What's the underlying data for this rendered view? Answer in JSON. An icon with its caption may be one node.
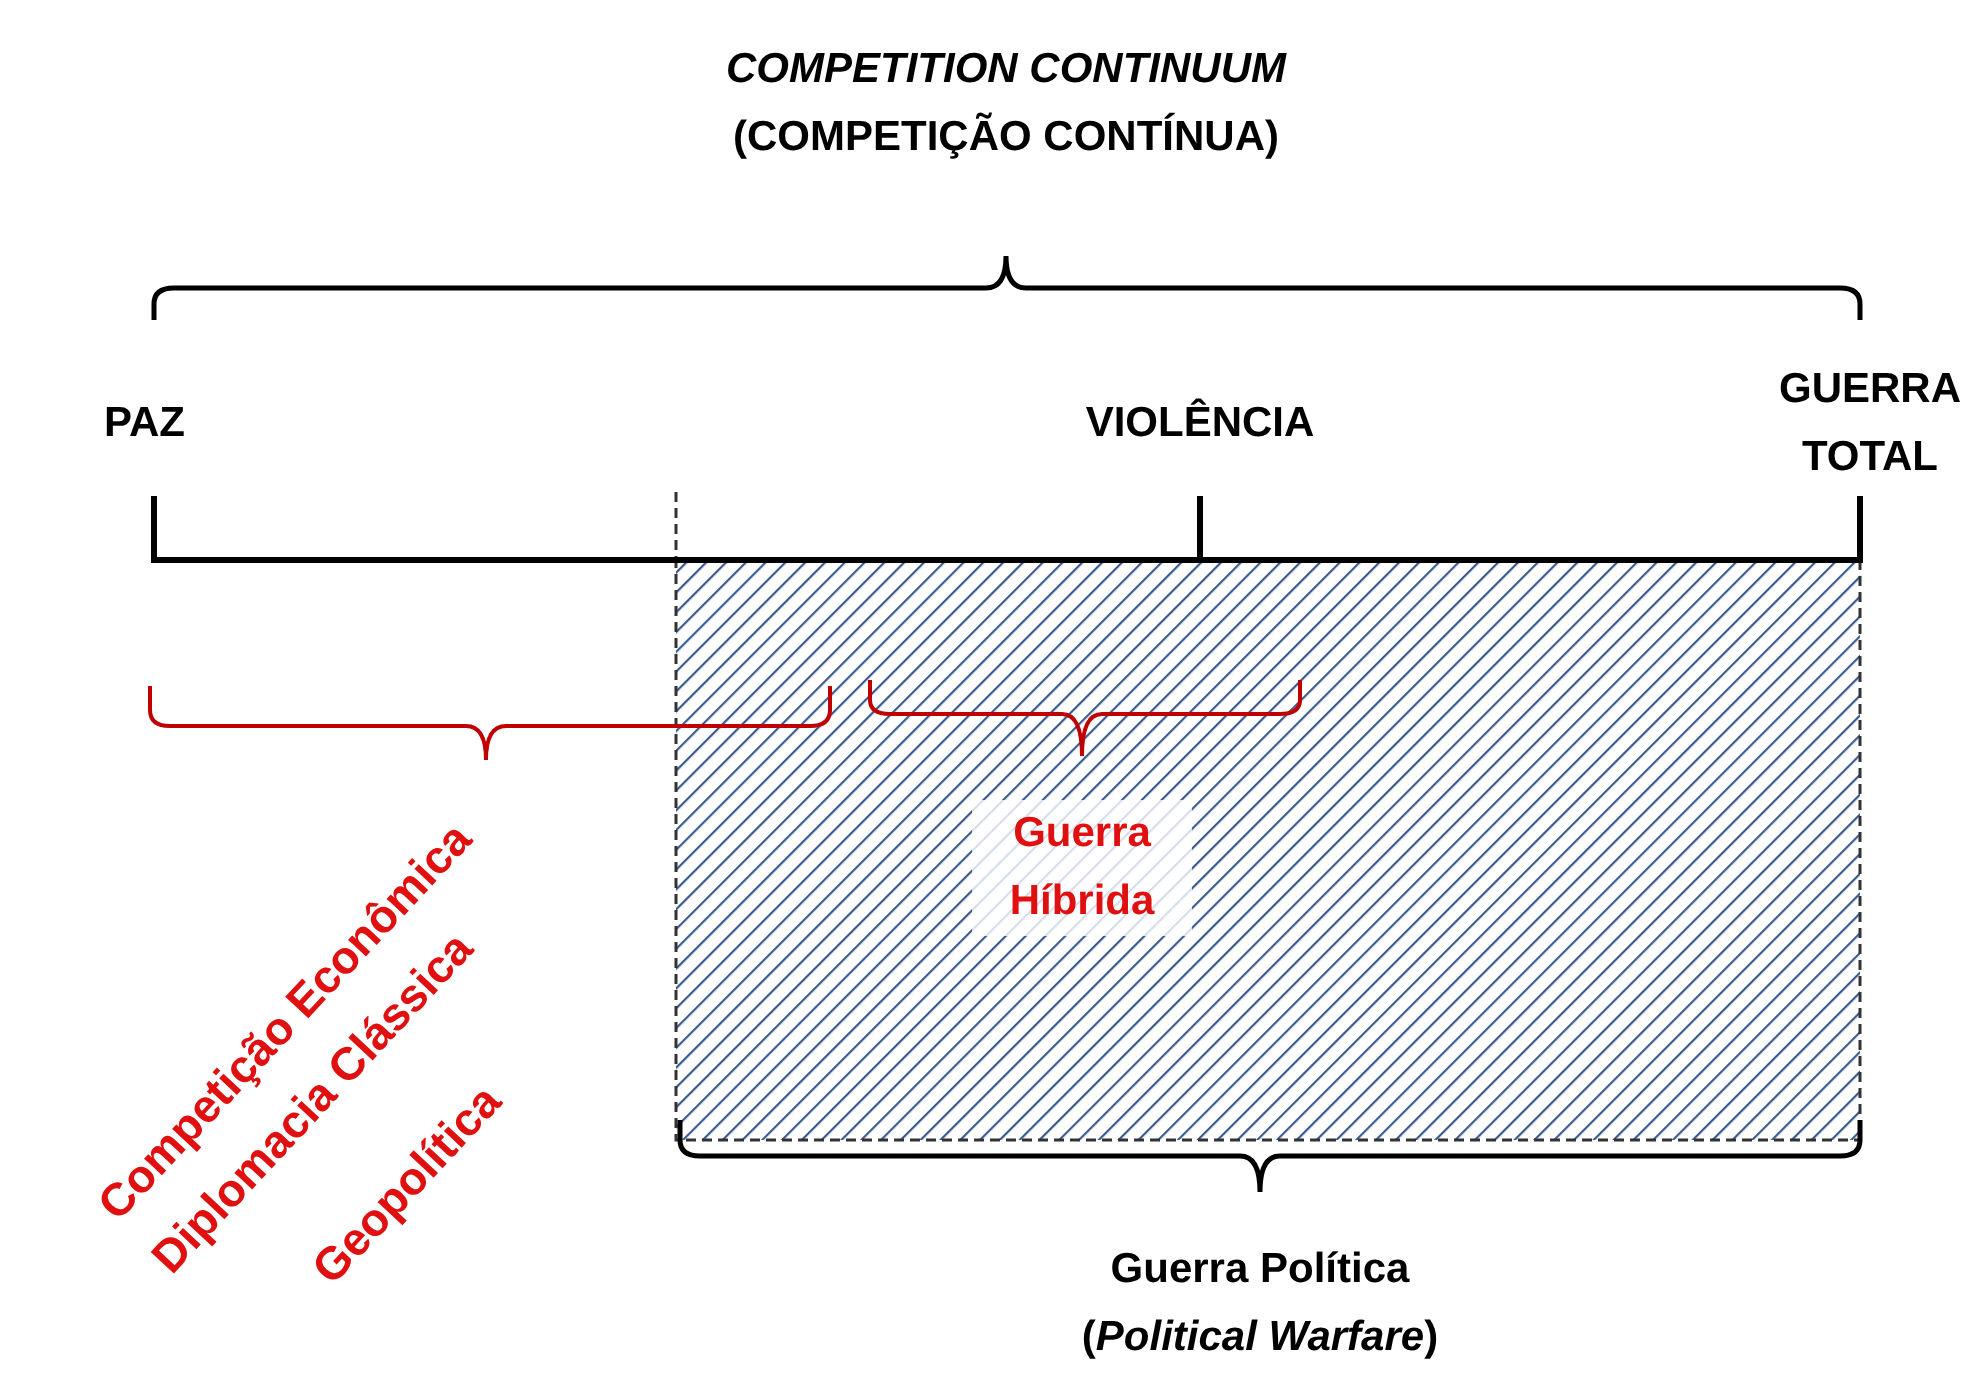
{
  "diagram": {
    "title": "*COMPETITION CONTINUUM* (COMPETIÇÃO CONTÍNUA)",
    "labels": [
      "PAZ",
      "VIOLÊNCIA",
      "GUERRA TOTAL",
      "Competição Econômica",
      "Diplomacia Clássica",
      "Geopolítica",
      "Guerra Híbrida",
      "Guerra Política (*Political Warfare*)"
    ]
  }
}
